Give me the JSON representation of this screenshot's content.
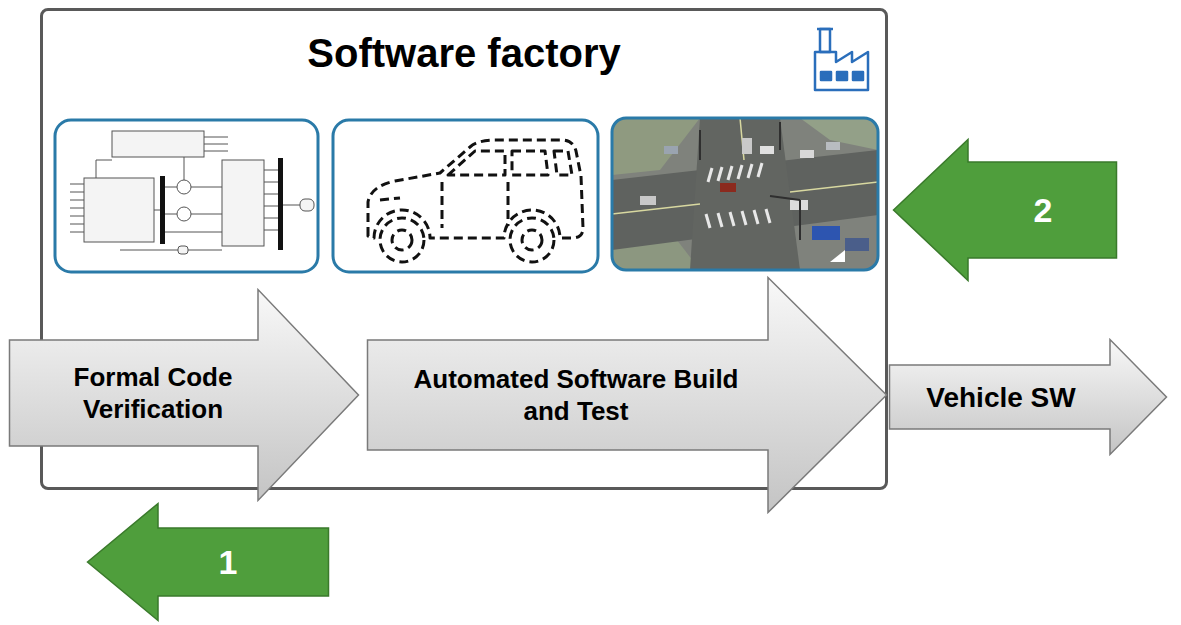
{
  "diagram": {
    "nodes": [
      {
        "text": [
          "Software factory"
        ]
      },
      {
        "text": [
          "2"
        ]
      },
      {
        "text": [
          "Formal Code Verification"
        ]
      },
      {
        "text": [
          "Automated Software Build and Test"
        ]
      },
      {
        "text": [
          "Vehicle SW"
        ]
      },
      {
        "text": [
          "1"
        ]
      }
    ]
  }
}
